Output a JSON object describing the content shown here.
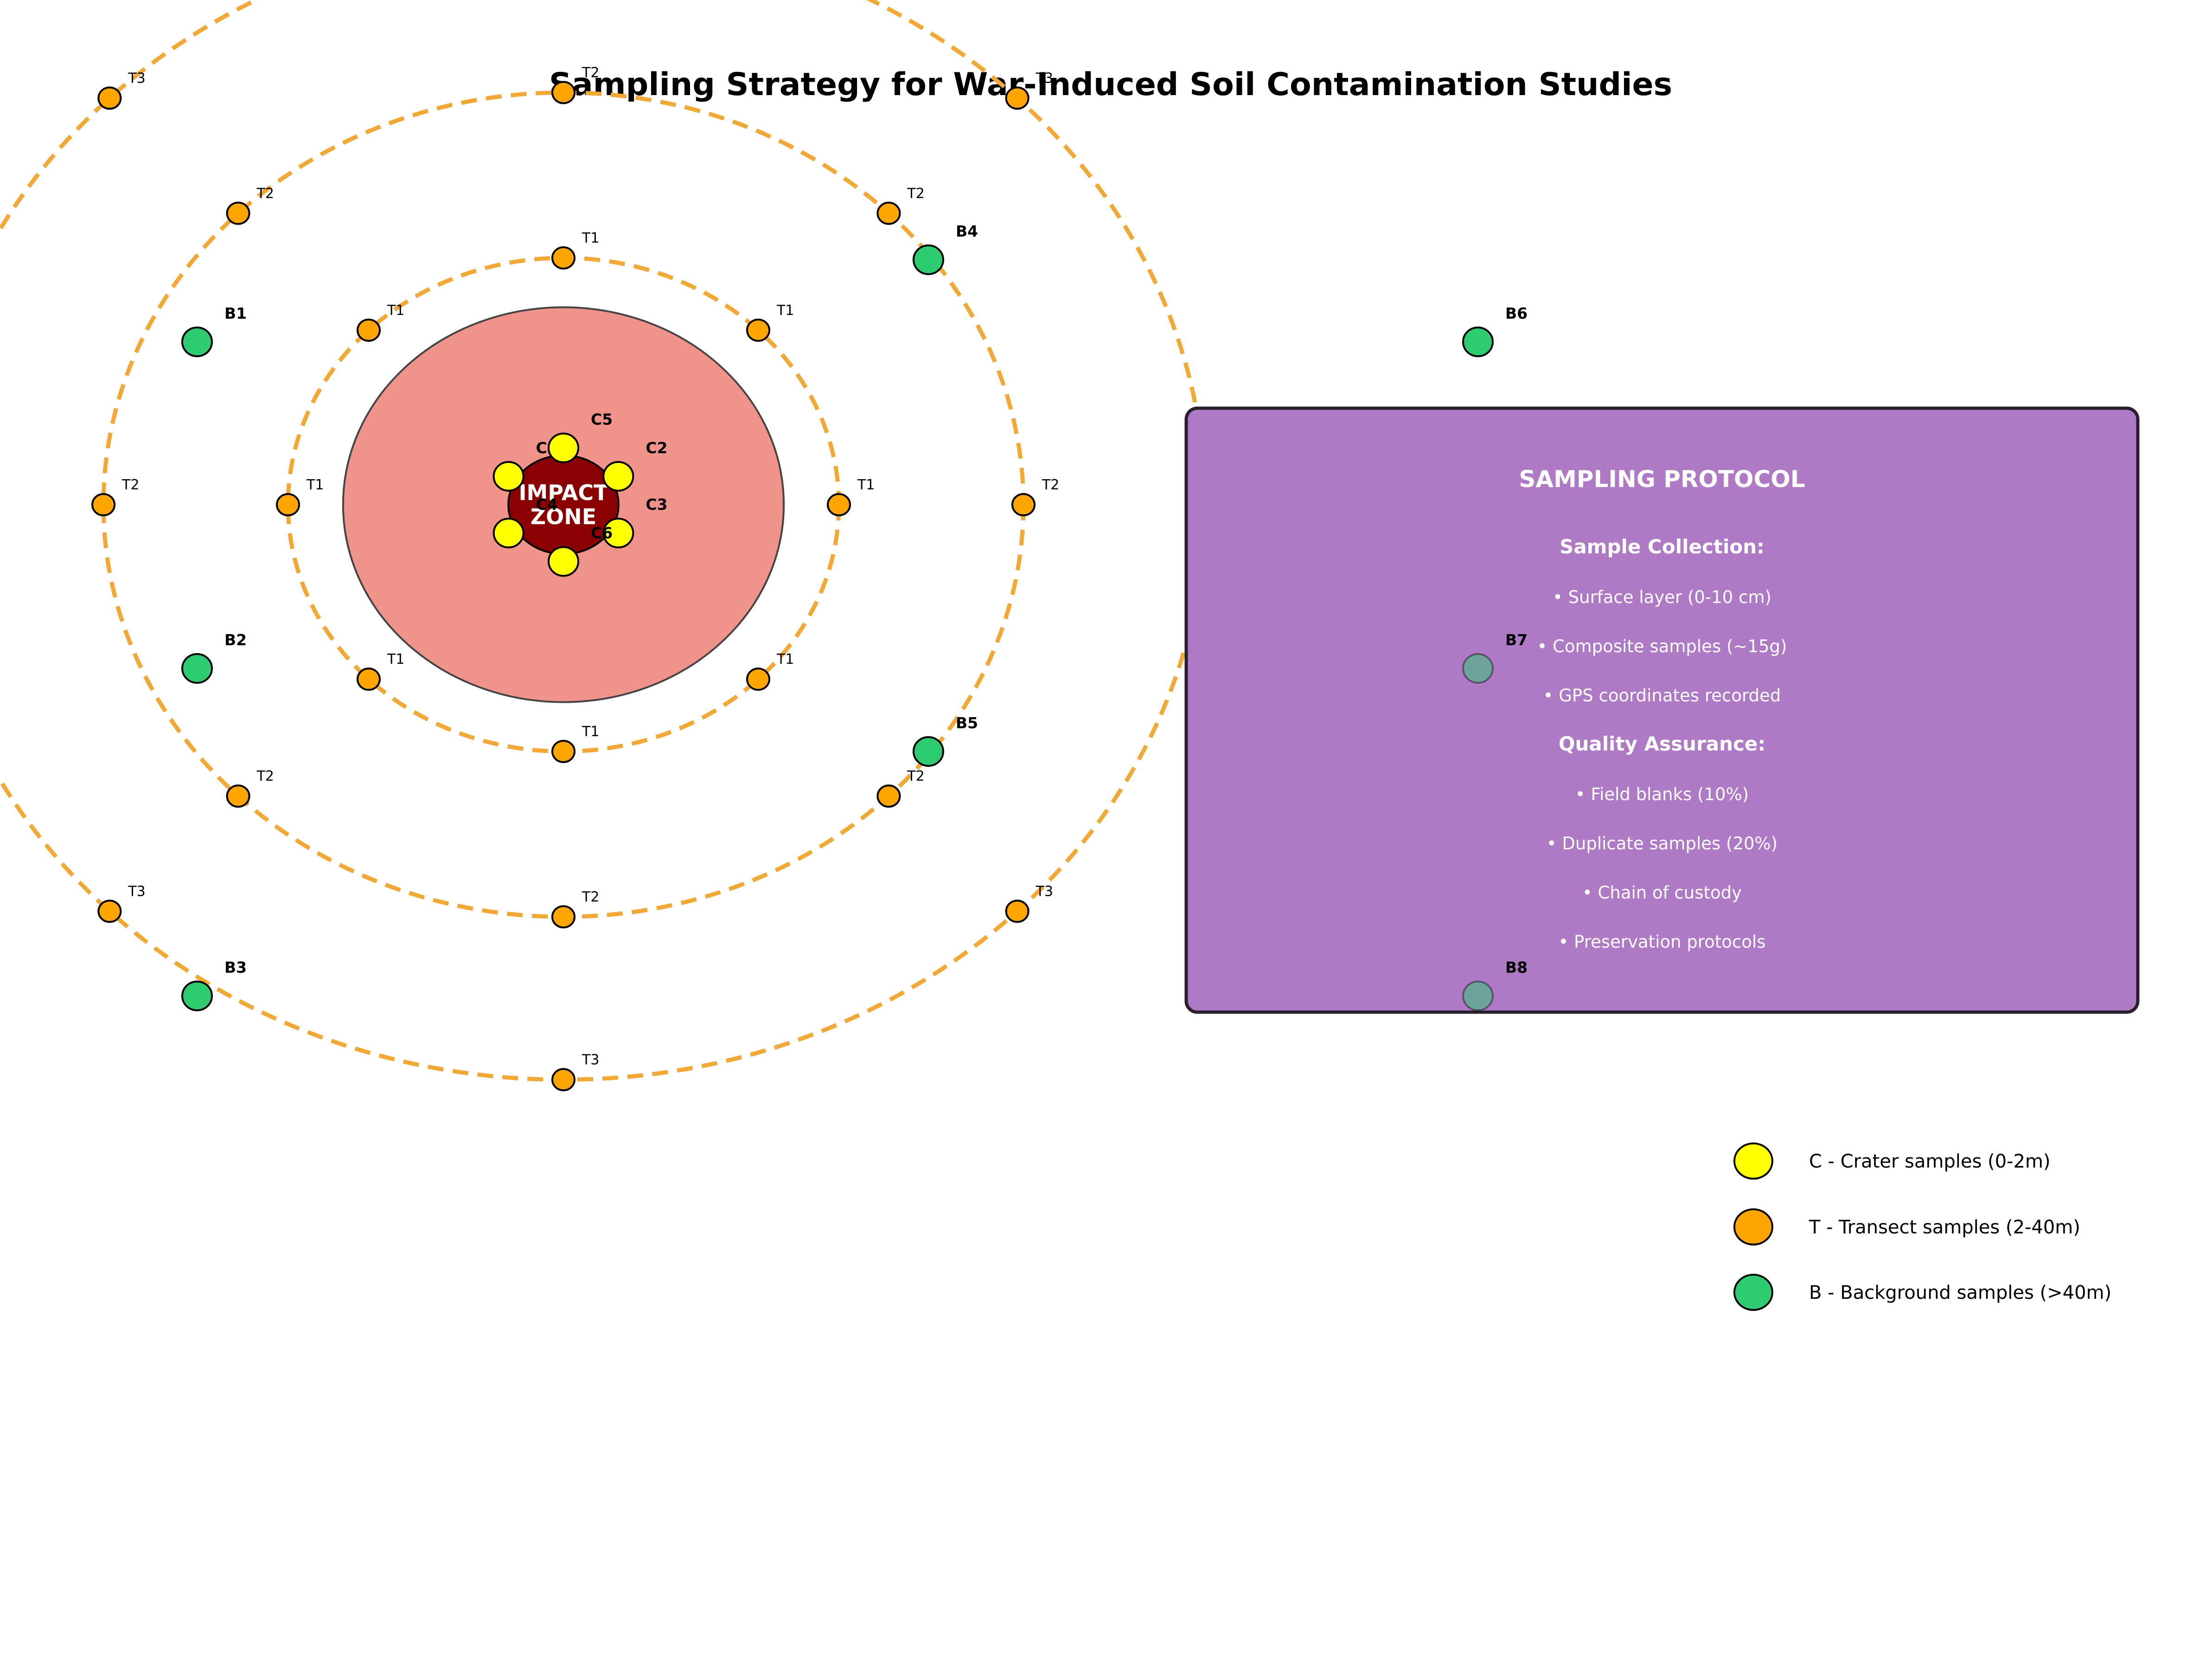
{
  "title": "Sampling Strategy for War-Induced Soil Contamination Studies",
  "impact_zone": {
    "line1": "IMPACT",
    "line2": "ZONE"
  },
  "crater_samples": [
    "C1",
    "C2",
    "C3",
    "C4",
    "C5",
    "C6"
  ],
  "transect_rings": [
    {
      "label": "T1",
      "points": 8
    },
    {
      "label": "T2",
      "points": 8
    },
    {
      "label": "T3",
      "points": 6
    }
  ],
  "background_samples": [
    "B1",
    "B2",
    "B3",
    "B4",
    "B5",
    "B6",
    "B7",
    "B8"
  ],
  "protocol": {
    "title": "SAMPLING PROTOCOL",
    "sections": [
      {
        "heading": "Sample Collection:",
        "items": [
          "• Surface layer (0-10 cm)",
          "• Composite samples (~15g)",
          "• GPS coordinates recorded"
        ]
      },
      {
        "heading": "Quality Assurance:",
        "items": [
          "• Field blanks (10%)",
          "• Duplicate samples (20%)",
          "• Chain of custody",
          "• Preservation protocols"
        ]
      }
    ]
  },
  "legend": [
    {
      "label": "C - Crater samples (0-2m)",
      "color": "#ffff00"
    },
    {
      "label": "T - Transect samples (2-40m)",
      "color": "#ffa500"
    },
    {
      "label": "B - Background samples (>40m)",
      "color": "#2ecc71"
    }
  ],
  "colors": {
    "crater": "#ffff00",
    "transect": "#ffa500",
    "background": "#2ecc71",
    "ring": "#f2a835",
    "impact_outer": "#f0938a",
    "impact_core": "#8b0000",
    "panel": "#af7ac5"
  }
}
